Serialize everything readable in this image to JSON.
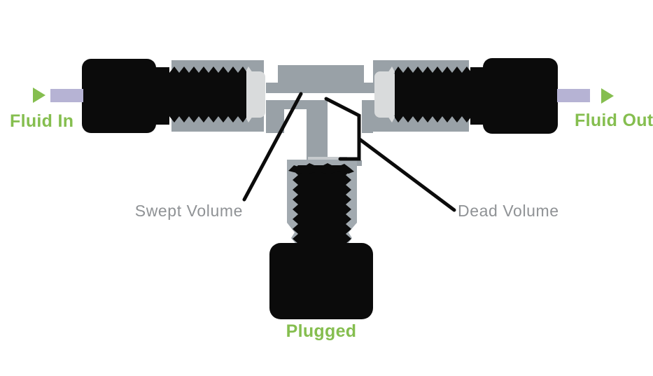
{
  "labels": {
    "fluid_in": "Fluid In",
    "fluid_out": "Fluid Out",
    "swept_volume": "Swept Volume",
    "dead_volume": "Dead Volume",
    "plugged": "Plugged"
  },
  "colors": {
    "green": "#85BE4F",
    "body_gray": "#99A1A7",
    "sleeve_gray": "#A2AAB0",
    "ledge_light": "#C6CACD",
    "ferrule_gray": "#D9DBDC",
    "tube_lavender": "#B6B3D4",
    "label_gray": "#8F9295",
    "line_black": "#0B0B0B",
    "background": "#FFFFFF"
  },
  "icons": {
    "flow_in_arrow": "triangle-right",
    "flow_out_arrow": "triangle-right"
  }
}
